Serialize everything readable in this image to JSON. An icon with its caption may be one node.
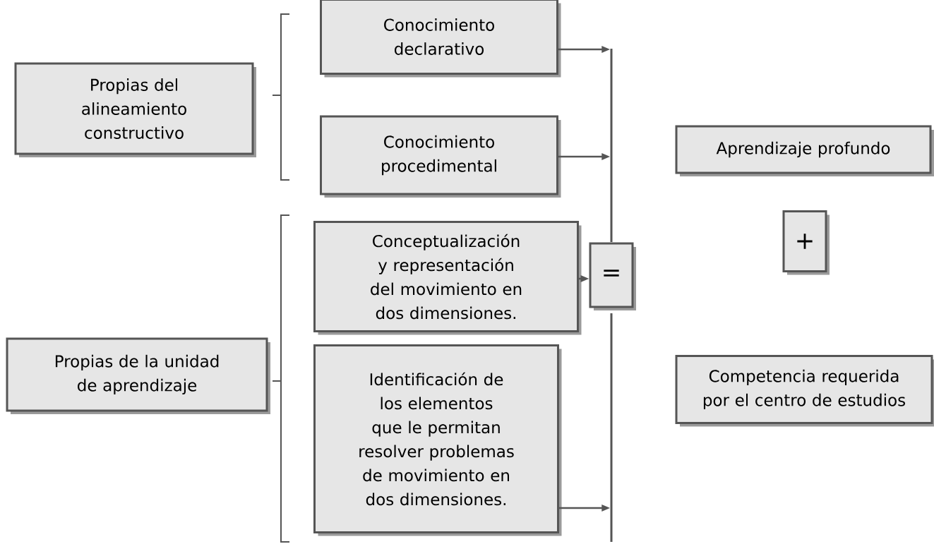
{
  "diagram": {
    "nodes": [
      {
        "text": [
          "Propias del alineamiento constructivo"
        ]
      },
      {
        "text": [
          "Conocimiento declarativo"
        ]
      },
      {
        "text": [
          "Conocimiento procedimental"
        ]
      },
      {
        "text": [
          "Aprendizaje profundo"
        ]
      },
      {
        "text": [
          "Conceptualización y representación del movimiento en dos dimensiones."
        ]
      },
      {
        "text": [
          "="
        ]
      },
      {
        "text": [
          "+"
        ]
      },
      {
        "text": [
          "Propias de la unidad de aprendizaje"
        ]
      },
      {
        "text": [
          "Competencia requerida por el centro de estudios"
        ]
      },
      {
        "text": [
          "Identificación de los elementos que le permitan resolver problemas de movimiento en dos dimensiones."
        ]
      },
      {
        "text": [],
        "shape": "bar"
      },
      {
        "text": [],
        "shape": "bar"
      }
    ],
    "edges": [
      {
        "from": 1,
        "to": 10,
        "arrow": "to"
      },
      {
        "from": 2,
        "to": 10,
        "arrow": "to"
      },
      {
        "from": 4,
        "to": 5,
        "arrow": "to"
      },
      {
        "from": 9,
        "to": 11,
        "arrow": "to"
      }
    ]
  }
}
